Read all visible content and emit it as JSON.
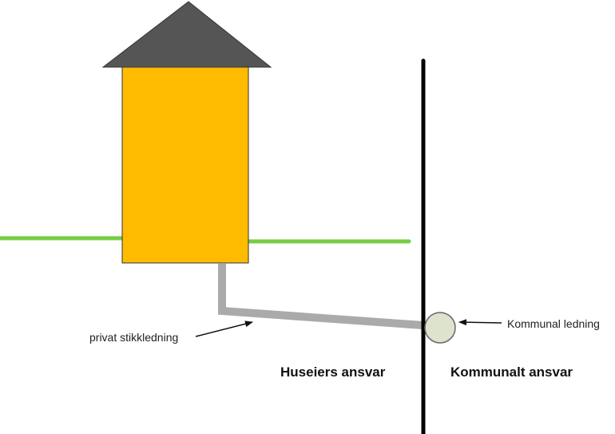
{
  "labels": {
    "private_pipe": "privat stikkledning",
    "municipal_pipe": "Kommunal ledning",
    "owner_responsibility": "Huseiers ansvar",
    "municipal_responsibility": "Kommunalt ansvar"
  },
  "colors": {
    "roof": "#555555",
    "house": "#FFBB00",
    "house_outline": "#333333",
    "ground": "#77CC44",
    "pipe": "#AAAAAA",
    "boundary": "#000000",
    "main_pipe_fill": "#DDE3CC",
    "main_pipe_stroke": "#666666",
    "arrow": "#111111"
  }
}
